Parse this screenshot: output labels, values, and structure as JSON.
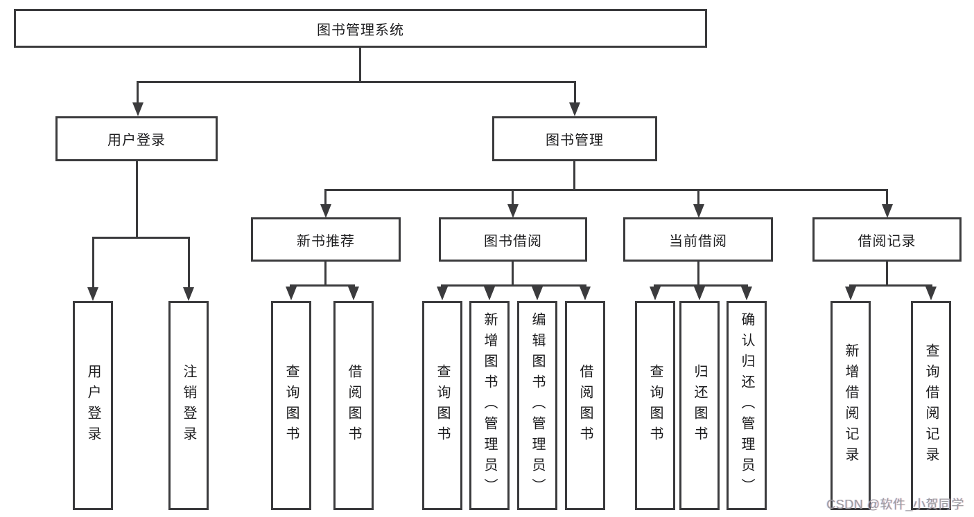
{
  "nodes": {
    "root": "图书管理系统",
    "user_login": "用户登录",
    "book_management": "图书管理",
    "new_book_recommend": "新书推荐",
    "book_borrowing": "图书借阅",
    "current_borrowing": "当前借阅",
    "borrowing_records": "借阅记录",
    "leaf_user_login": "用户登录",
    "leaf_logout": "注销登录",
    "leaf_query_books_recommend": "查询图书",
    "leaf_borrow_books_recommend": "借阅图书",
    "leaf_query_books_borrow": "查询图书",
    "leaf_add_books_admin": "新增图书（管理员）",
    "leaf_edit_books_admin": "编辑图书（管理员）",
    "leaf_borrow_books": "借阅图书",
    "leaf_query_books_current": "查询图书",
    "leaf_return_books": "归还图书",
    "leaf_confirm_return_admin": "确认归还（管理员）",
    "leaf_add_borrow_record": "新增借阅记录",
    "leaf_query_borrow_record": "查询借阅记录"
  },
  "watermark": "CSDN @软件_小贺同学",
  "colors": {
    "line": "#3b3b3d",
    "text": "#1c1c1e",
    "background": "#ffffff",
    "watermark": "#9c9ca0"
  }
}
